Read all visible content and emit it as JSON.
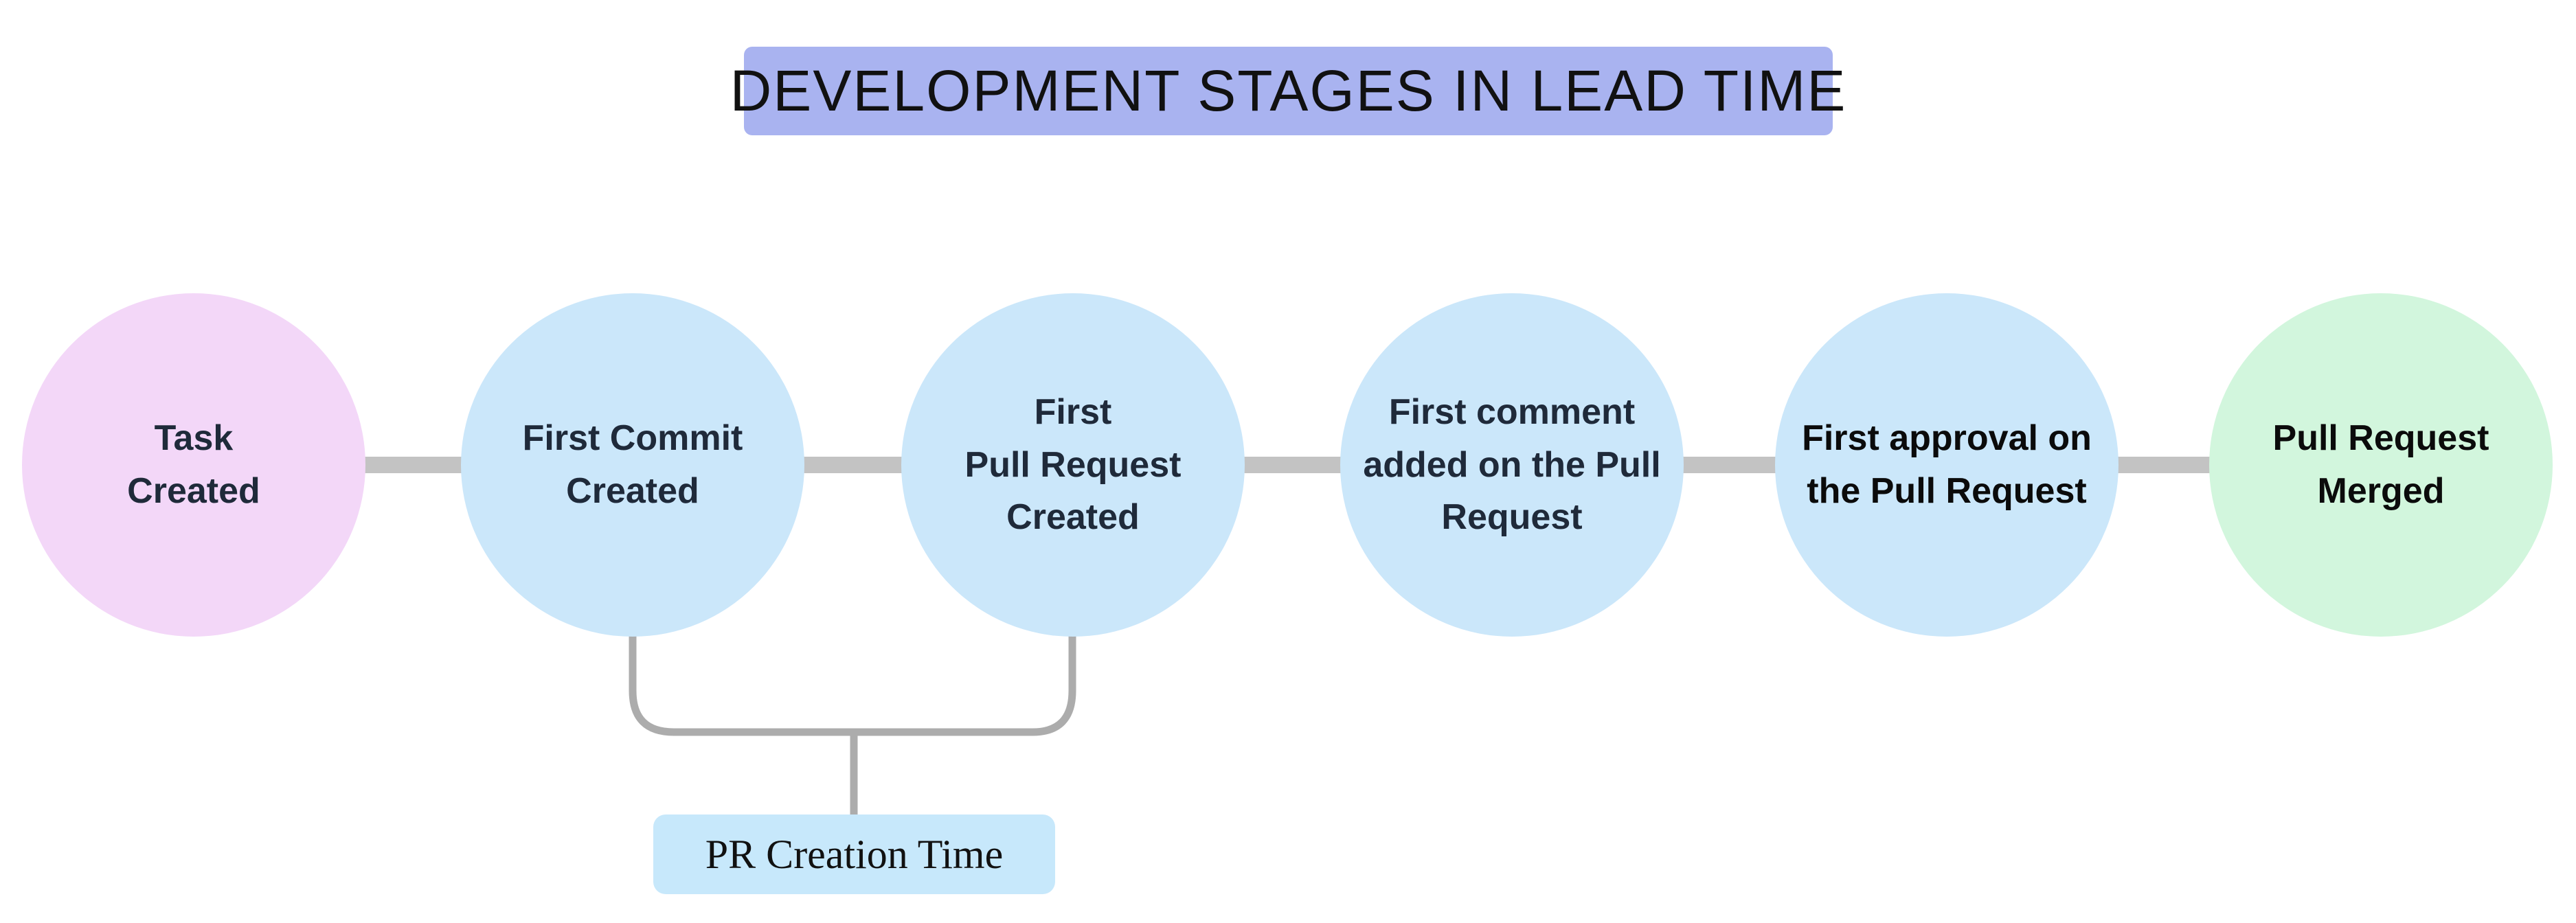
{
  "background": "#ffffff",
  "title": {
    "text": "DEVELOPMENT STAGES IN LEAD TIME",
    "bg": "#a9b3f0",
    "text_color": "#111111"
  },
  "stages": [
    {
      "label": "Task\nCreated",
      "fill": "#f3d7f8",
      "text_color": "#1f2a3a"
    },
    {
      "label": "First Commit\nCreated",
      "fill": "#cbe7fa",
      "text_color": "#1f2a3a"
    },
    {
      "label": "First\nPull Request\nCreated",
      "fill": "#cbe7fa",
      "text_color": "#1f2a3a"
    },
    {
      "label": "First comment\nadded on the Pull\nRequest",
      "fill": "#cbe7fa",
      "text_color": "#1f2a3a"
    },
    {
      "label": "First approval on\nthe Pull Request",
      "fill": "#cbe7fa",
      "text_color": "#0b0b0b"
    },
    {
      "label": "Pull Request\nMerged",
      "fill": "#d2f6dd",
      "text_color": "#0b0b0b"
    }
  ],
  "annotation": {
    "label": "PR Creation Time",
    "bg": "#c7e8fb",
    "text_color": "#111111"
  },
  "connector_color": "#c3c3c3",
  "bracket_color": "#acacac"
}
